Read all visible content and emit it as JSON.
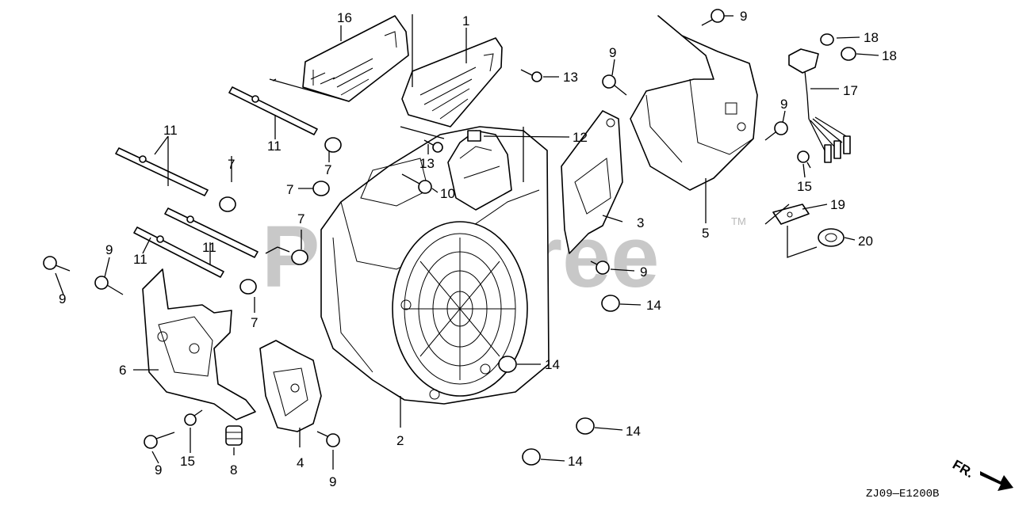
{
  "watermark": {
    "text": "PartsTree",
    "trademark": "TM"
  },
  "diagram_code": "ZJ09—E1200B",
  "direction_marker": {
    "text": "FR.",
    "icon": "arrow-icon"
  },
  "callouts": {
    "p1": "1",
    "p2": "2",
    "p3": "3",
    "p4": "4",
    "p5": "5",
    "p6": "6",
    "p7a": "7",
    "p7b": "7",
    "p7c": "7",
    "p7d": "7",
    "p7e": "7",
    "p8": "8",
    "p9a": "9",
    "p9b": "9",
    "p9c": "9",
    "p9d": "9",
    "p9e": "9",
    "p9f": "9",
    "p9g": "9",
    "p9h": "9",
    "p10": "10",
    "p11a": "11",
    "p11b": "11",
    "p11c": "11",
    "p11d": "11",
    "p12": "12",
    "p13a": "13",
    "p13b": "13",
    "p14a": "14",
    "p14b": "14",
    "p14c": "14",
    "p14d": "14",
    "p15a": "15",
    "p15b": "15",
    "p16": "16",
    "p17": "17",
    "p18a": "18",
    "p18b": "18",
    "p19": "19",
    "p20": "20"
  }
}
